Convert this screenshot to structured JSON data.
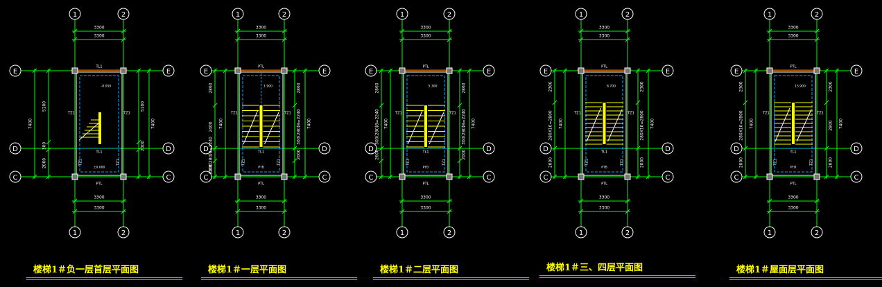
{
  "grid_labels": {
    "col_left": "1",
    "col_right": "2",
    "row_top": "E",
    "row_mid": "D",
    "row_bot": "C"
  },
  "plans": [
    {
      "title": "楼梯1＃负一层首层平面图",
      "dim_top": [
        "3300",
        "3300"
      ],
      "dim_bot": [
        "3300",
        "3300"
      ],
      "left_dims": [
        "5100",
        "300",
        "2000"
      ],
      "left_total": "7400",
      "right_dims": [
        "5100",
        "2000"
      ],
      "right_total": "7400",
      "labels": {
        "beam_top": "TL1",
        "beam_bot": "PTL",
        "col_l": "TZ1",
        "col_r": "TZ1",
        "wall_l": "TZ1",
        "wall_r": "TZ1",
        "mid": "TL1",
        "elev": "-0.050",
        "elev2": "±0.000"
      }
    },
    {
      "title": "楼梯1＃一层平面图",
      "dim_top": [
        "3300",
        "3300"
      ],
      "dim_bot": [
        "3300",
        "3300"
      ],
      "left_dims": [
        "2860",
        "2400",
        "300(280)8=2240",
        "2000"
      ],
      "left_total": "7400",
      "right_dims": [
        "2860",
        "300(280)8=2240",
        "2000"
      ],
      "right_total": "7400",
      "labels": {
        "beam_top": "PTL",
        "beam_bot": "PTL",
        "col_l": "TZ1",
        "col_r": "TZ1",
        "wall_l": "TZ1",
        "wall_r": "TZ1",
        "mid": "TL1",
        "elev": "1.900",
        "elev2": "PTB"
      }
    },
    {
      "title": "楼梯1＃二层平面图",
      "dim_top": [
        "3300",
        "3300"
      ],
      "dim_bot": [
        "3300",
        "3300"
      ],
      "left_dims": [
        "2860",
        "300(280)8=2240",
        "2600"
      ],
      "left_total": "7400",
      "right_dims": [
        "2860",
        "300(280)8=2240",
        "2000"
      ],
      "right_total": "7400",
      "labels": {
        "beam_top": "PTL",
        "beam_bot": "PTL",
        "col_l": "TZ1",
        "col_r": "TZ1",
        "wall_l": "TZ1",
        "wall_r": "TZ1",
        "mid": "TL1",
        "elev": "5.300",
        "elev2": "PTB"
      }
    },
    {
      "title": "楼梯1＃三、四层平面图",
      "dim_top": [
        "3300",
        "3300"
      ],
      "dim_bot": [
        "3300",
        "3300"
      ],
      "left_dims": [
        "2300",
        "280X10=2800",
        "2000"
      ],
      "left_total": "7400",
      "right_dims": [
        "2300",
        "280X10=2800",
        "2000"
      ],
      "right_total": "7400",
      "labels": {
        "beam_top": "PTL",
        "beam_bot": "PTL",
        "col_l": "TZ1",
        "col_r": "TZ1",
        "wall_l": "TZ1",
        "wall_r": "TZ1",
        "mid": "TL1",
        "elev": "8.700",
        "elev2": "PTB"
      }
    },
    {
      "title": "楼梯1＃屋面层平面图",
      "dim_top": [
        "3300",
        "3300"
      ],
      "dim_bot": [
        "3300",
        "3300"
      ],
      "left_dims": [
        "2300",
        "280X10=2800",
        "2000"
      ],
      "left_total": "7400",
      "right_dims": [
        "2300",
        "2800",
        "2000"
      ],
      "right_total": "7400",
      "labels": {
        "beam_top": "PTL",
        "beam_bot": "PTL",
        "col_l": "TZ1",
        "col_r": "TZ1",
        "wall_l": "TZ1",
        "wall_r": "TZ1",
        "mid": "TL1",
        "elev": "15.900",
        "elev2": "PTB"
      }
    }
  ],
  "colors": {
    "background": "#000000",
    "grid": "#00ff00",
    "axis_bubble": "#ffffff",
    "wall": "#ffffff",
    "dashed": "#00aaff",
    "beam": "#ff0000",
    "stair": "#ffff00",
    "title": "#ffff00"
  }
}
